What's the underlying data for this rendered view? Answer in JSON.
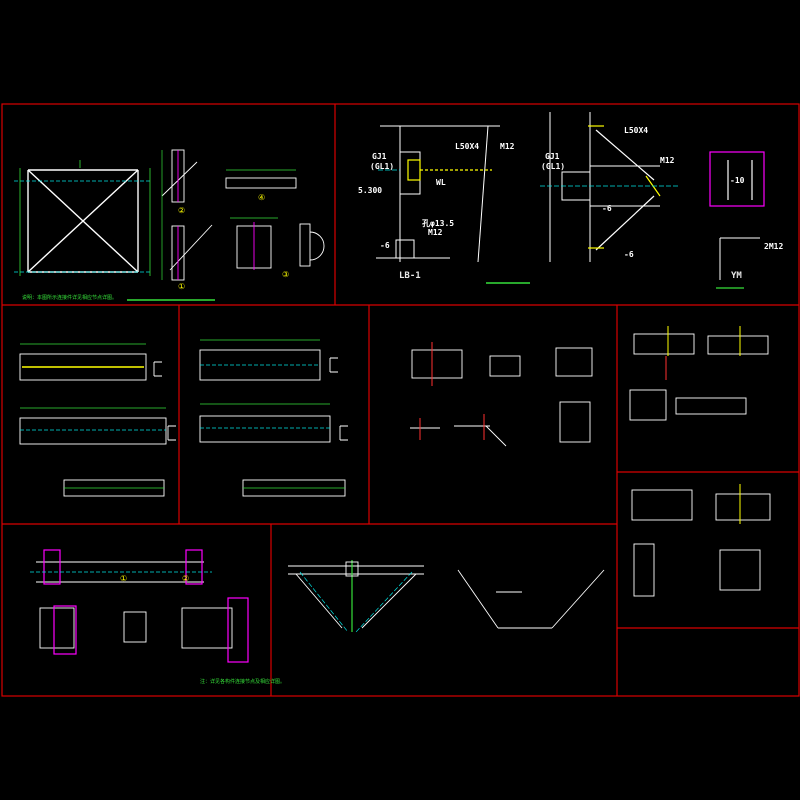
{
  "sheet": {
    "background": "#000000",
    "frame_color": "#d80000",
    "line_colors": {
      "white": "#ffffff",
      "green": "#36e03a",
      "cyan": "#00e5e5",
      "yellow": "#ffff00",
      "magenta": "#ff00ff",
      "red": "#ff3030",
      "blue": "#4060ff"
    }
  },
  "titles": {
    "lb1": "LB-1",
    "wm": "YM"
  },
  "labels": {
    "gj1": "GJ1",
    "gj1_sub": "(GL1)",
    "l50x4": "L50X4",
    "m12": "M12",
    "hole_note": "孔φ13.5",
    "m12_b": "M12",
    "elev": "5.300",
    "t6": "-6",
    "gj1_b": "GJ1",
    "gj1_b_sub": "(GL1)",
    "l50x4_b": "L50X4",
    "m12_c": "M12",
    "t6_b": "-6",
    "t6_c": "-6",
    "t10": "-10",
    "b2m12": "2M12",
    "wl": "WL"
  },
  "circle_numbers": [
    "②",
    "④",
    "①",
    "③",
    "①",
    "②"
  ],
  "notes": {
    "brace": "说明：本图所示连接件详见相应节点详图。",
    "fig5": "注：详见各构件连接节点及相应详图。"
  }
}
